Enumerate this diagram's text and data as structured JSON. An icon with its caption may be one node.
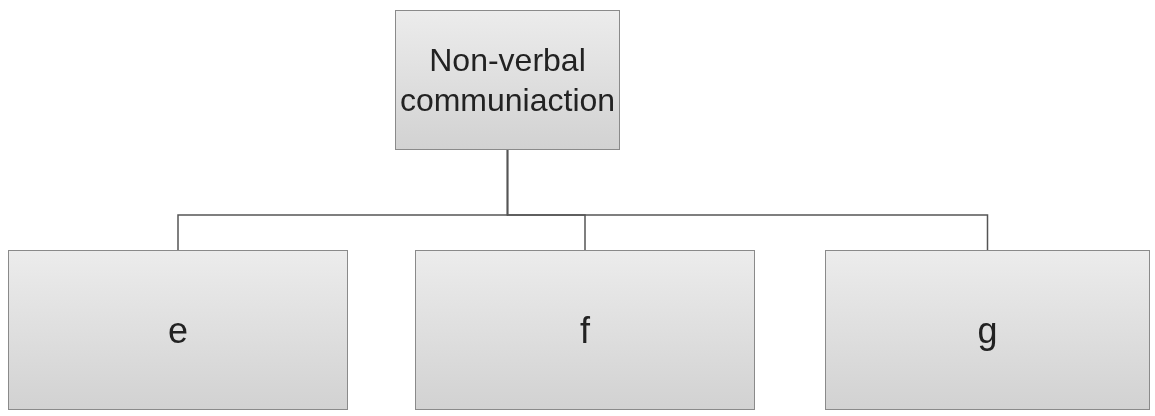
{
  "diagram": {
    "nodes": [
      {
        "text": [
          "Non-verbal communiaction"
        ]
      },
      {
        "text": [
          "e"
        ]
      },
      {
        "text": [
          "f"
        ]
      },
      {
        "text": [
          "g"
        ]
      }
    ],
    "edges": [
      {
        "from": 0,
        "to": 1,
        "arrow": "none"
      },
      {
        "from": 0,
        "to": 2,
        "arrow": "none"
      },
      {
        "from": 0,
        "to": 3,
        "arrow": "none"
      }
    ]
  }
}
